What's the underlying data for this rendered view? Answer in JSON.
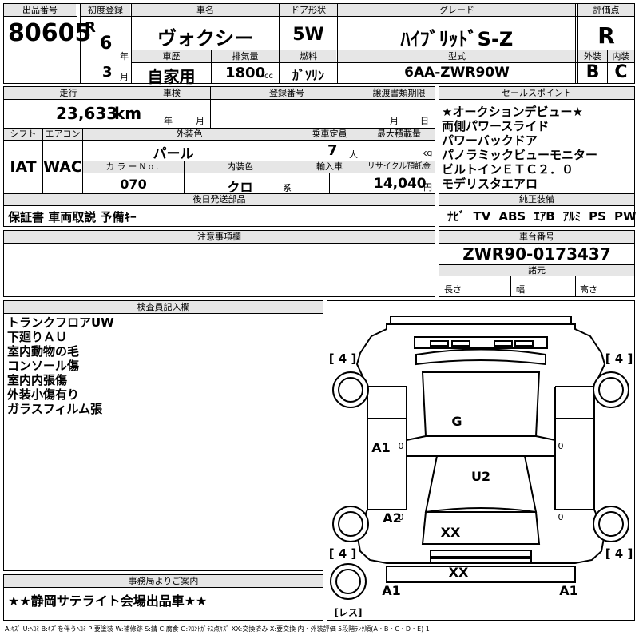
{
  "header": {
    "lot_label": "出品番号",
    "lot_no": "80605",
    "reg_label": "初度登録",
    "era": "R",
    "year": "6",
    "year_unit": "年",
    "month": "3",
    "month_unit": "月",
    "model_label": "車名",
    "model": "ヴォクシー",
    "history_label": "車歴",
    "history": "自家用",
    "displacement_label": "排気量",
    "displacement": "1800",
    "displacement_unit": "cc",
    "doors_label": "ドア形状",
    "doors": "5W",
    "fuel_label": "燃料",
    "fuel": "ｶﾞｿﾘﾝ",
    "grade_label": "グレード",
    "grade": "ﾊｲﾌﾞﾘｯﾄﾞS-Z",
    "type_label": "型式",
    "type": "6AA-ZWR90W",
    "score_label": "評価点",
    "score": "R",
    "ext_label": "外装",
    "ext": "B",
    "int_label": "内装",
    "int": "C"
  },
  "row2": {
    "mileage_label": "走行",
    "mileage": "23,633",
    "mileage_unit": "km",
    "inspection_label": "車検",
    "insp_year_unit": "年",
    "insp_month_unit": "月",
    "regno_label": "登録番号",
    "transfer_label": "譲渡書類期限",
    "transfer_month_unit": "月",
    "transfer_day_unit": "日",
    "shift_label": "シフト",
    "shift": "IAT",
    "ac_label": "エアコン",
    "ac": "WAC",
    "color_label": "外装色",
    "color": "パール",
    "seats_label": "乗車定員",
    "seats": "7",
    "seats_unit": "人",
    "load_label": "最大積載量",
    "load_unit": "kg",
    "colorno_label": "カラーNo.",
    "colorno": "070",
    "interior_label": "内装色",
    "interior": "クロ",
    "interior_unit": "系",
    "import_label": "輸入車",
    "recycle_label": "リサイクル預託金",
    "recycle": "14,040",
    "recycle_unit": "円"
  },
  "sales_points": {
    "label": "セールスポイント",
    "items": [
      "★オークションデビュー★",
      "両側パワースライド",
      "パワーバックドア",
      "パノラミックビューモニター",
      "ビルトインＥＴＣ２．０",
      "モデリスタエアロ"
    ]
  },
  "accessories": {
    "label": "後日発送部品",
    "text": "保証書 車両取説 予備ｷｰ"
  },
  "equipment": {
    "label": "純正装備",
    "items": [
      "ﾅﾋﾞ",
      "TV",
      "ABS",
      "ｴｱB",
      "ｱﾙﾐ",
      "PS",
      "PW"
    ]
  },
  "notes": {
    "label": "注意事項欄"
  },
  "chassis": {
    "label": "車台番号",
    "number": "ZWR90-0173437",
    "spec_label": "諸元",
    "length_label": "長さ",
    "width_label": "幅",
    "height_label": "高さ"
  },
  "inspector": {
    "label": "検査員記入欄",
    "items": [
      "トランクフロアUW",
      "下廻りＡＵ",
      "室内動物の毛",
      "コンソール傷",
      "室内内張傷",
      "外装小傷有り",
      "ガラスフィルム張"
    ]
  },
  "office": {
    "label": "事務局よりご案内",
    "text": "★★静岡サテライト会場出品車★★"
  },
  "diagram": {
    "tire_fl": "4",
    "tire_fr": "4",
    "tire_rl": "4",
    "tire_rr": "4",
    "spare": "レス",
    "marks": {
      "roof": "G",
      "body": "U2",
      "left_front": "A1",
      "left_rear": "A2",
      "rear_gate": "XX",
      "bumper": "XX",
      "corner_l": "A1",
      "corner_r": "A1"
    },
    "zero_marks": [
      "0",
      "0",
      "0",
      "0"
    ]
  },
  "legend": "A:ｷｽﾞ U:ﾍｺﾐ B:ｷｽﾞを伴うﾍｺﾐ P:要塗装 W:補修跡 S:錆 C:腐食 G:ﾌﾛﾝﾄｶﾞﾗｽ点ｷｽﾞ XX:交換済み X:要交換 内・外装評価 5段階ﾗﾝｸ順(A・B・C・D・E) 1"
}
